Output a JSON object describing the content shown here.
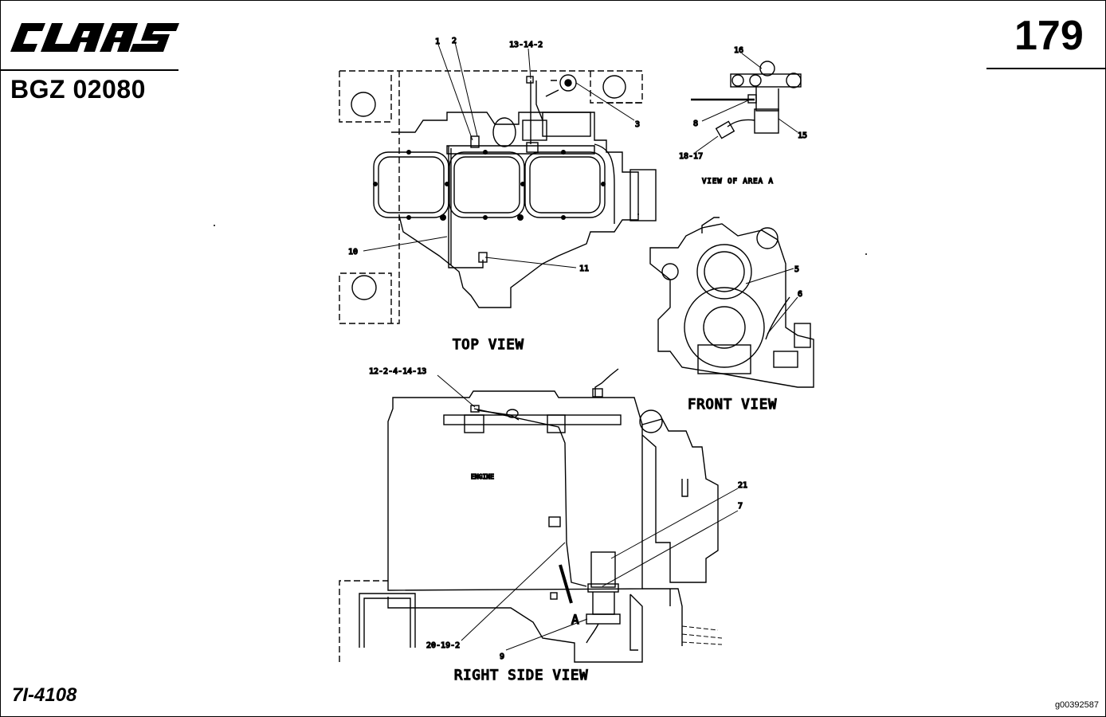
{
  "header": {
    "brand": "CLAAS",
    "doc_code": "BGZ 02080",
    "page_number": "179"
  },
  "footer": {
    "code": "7I-4108",
    "image_id": "g00392587"
  },
  "views": {
    "top": "TOP VIEW",
    "front": "FRONT VIEW",
    "right_side": "RIGHT SIDE VIEW",
    "area_a": "VIEW OF AREA A"
  },
  "labels": {
    "engine": "ENGINE",
    "area_marker": "A"
  },
  "callouts": {
    "c1": "1",
    "c2": "2",
    "c13_14_2": "13-14-2",
    "c3": "3",
    "c10": "10",
    "c11": "11",
    "c16": "16",
    "c8": "8",
    "c15": "15",
    "c18_17": "18-17",
    "c5": "5",
    "c6": "6",
    "c12_2_4_14_13": "12-2-4-14-13",
    "c21": "21",
    "c7": "7",
    "c20_19_2": "20-19-2",
    "c9": "9"
  },
  "icons": [
    "claas-logo",
    "engine-outline",
    "cylinder-heads",
    "leader-lines"
  ]
}
